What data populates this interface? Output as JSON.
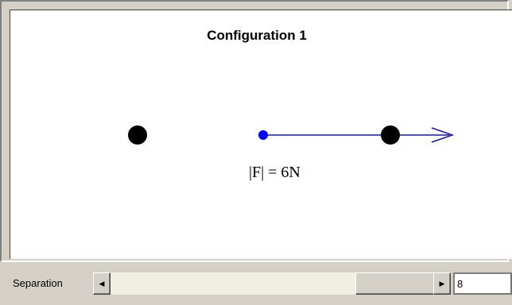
{
  "canvas": {
    "title": "Configuration 1",
    "force_label": "|F| = 6N",
    "colors": {
      "charge": "#000000",
      "test_charge": "#0000ff",
      "force_vector": "#1a1a8c",
      "background": "#ffffff"
    }
  },
  "controls": {
    "separation_label": "Separation",
    "separation_value": "8",
    "left_arrow_icon": "triangle-left",
    "right_arrow_icon": "triangle-right"
  }
}
